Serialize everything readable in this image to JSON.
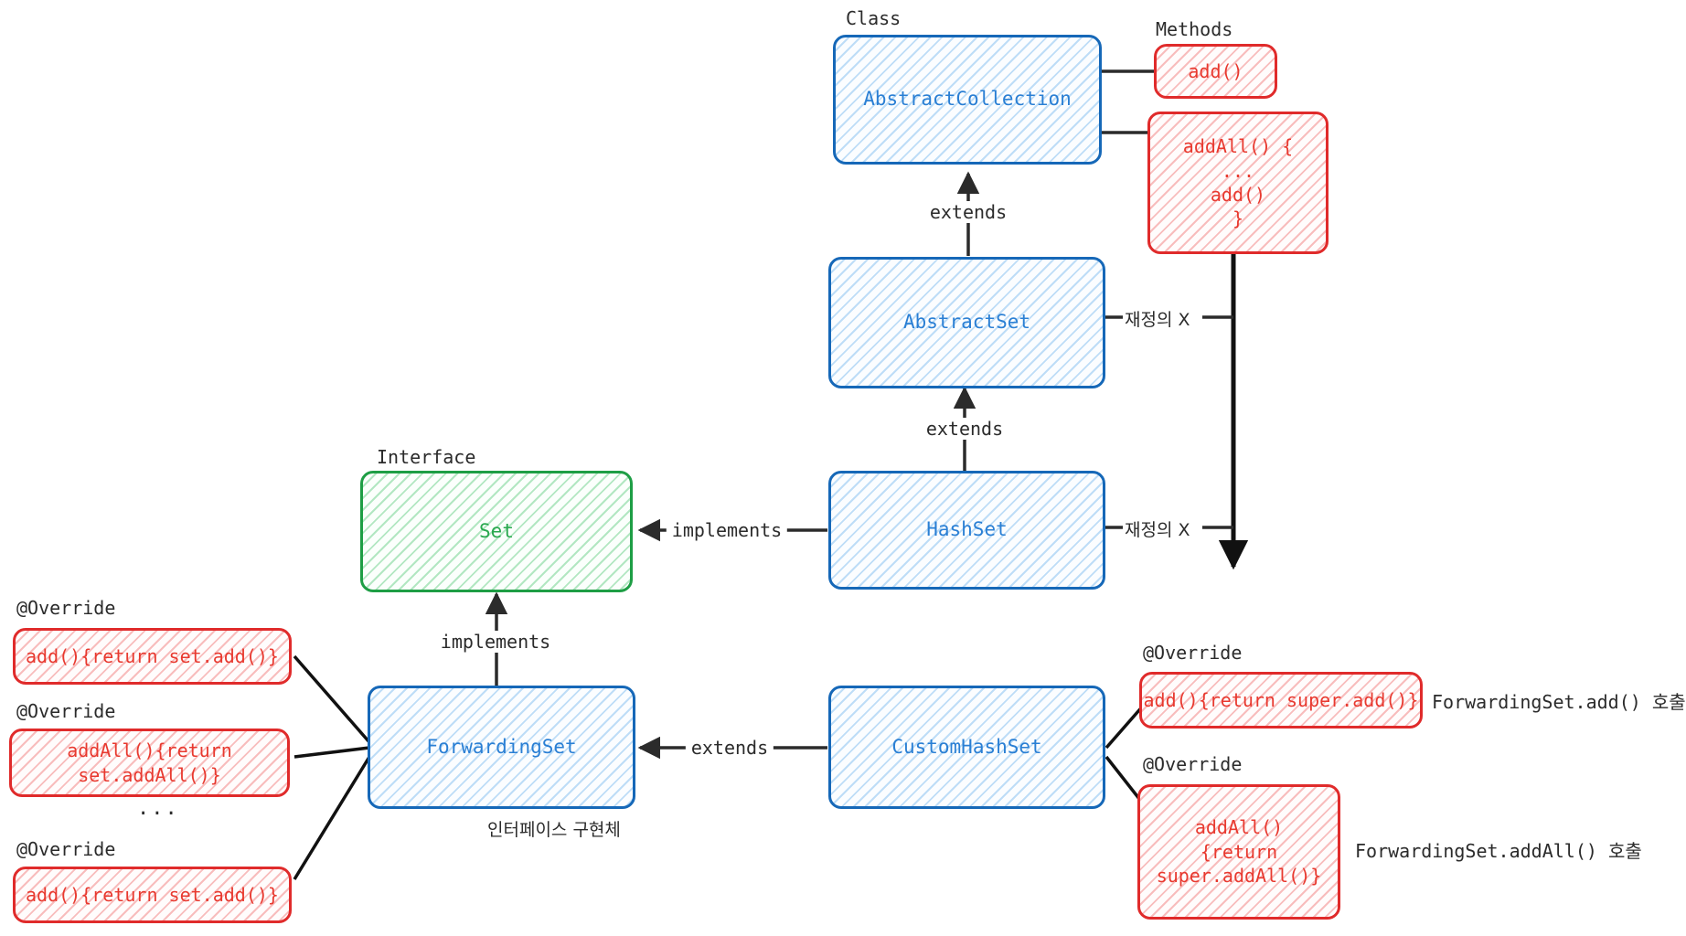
{
  "diagram": {
    "title_legends": {
      "class_legend": "Class",
      "methods_legend": "Methods",
      "interface_legend": "Interface"
    },
    "colors": {
      "class_border": "#1668b8",
      "class_text": "#2a7fd4",
      "interface_border": "#1e9e45",
      "interface_text": "#2aa84f",
      "method_border": "#e02b2b",
      "method_text": "#e8392f",
      "edge": "#2b2b2b"
    },
    "nodes": {
      "abstract_collection": "AbstractCollection",
      "abstract_set": "AbstractSet",
      "hash_set": "HashSet",
      "set_interface": "Set",
      "forwarding_set": "ForwardingSet",
      "custom_hash_set": "CustomHashSet"
    },
    "methods": {
      "add_simple": "add()",
      "add_all_body": "addAll() {\n...\nadd()\n}",
      "fwd_add": "add(){return set.add()}",
      "fwd_add_all": "addAll(){return\nset.addAll()}",
      "fwd_add_2": "add(){return set.add()}",
      "custom_add": "add(){return super.add()}",
      "custom_add_all": "addAll()\n{return\nsuper.addAll()}"
    },
    "annotations": {
      "override_1": "@Override",
      "override_2": "@Override",
      "override_3": "@Override",
      "override_4": "@Override",
      "override_5": "@Override",
      "ellipsis_left": "...",
      "forwarding_caption": "인터페이스 구현체",
      "call_add": "ForwardingSet.add() 호출",
      "call_add_all": "ForwardingSet.addAll() 호출"
    },
    "edge_labels": {
      "extends_1": "extends",
      "extends_2": "extends",
      "extends_3": "extends",
      "implements_1": "implements",
      "implements_2": "implements",
      "no_override_1": "재정의  X",
      "no_override_2": "재정의  X"
    }
  }
}
